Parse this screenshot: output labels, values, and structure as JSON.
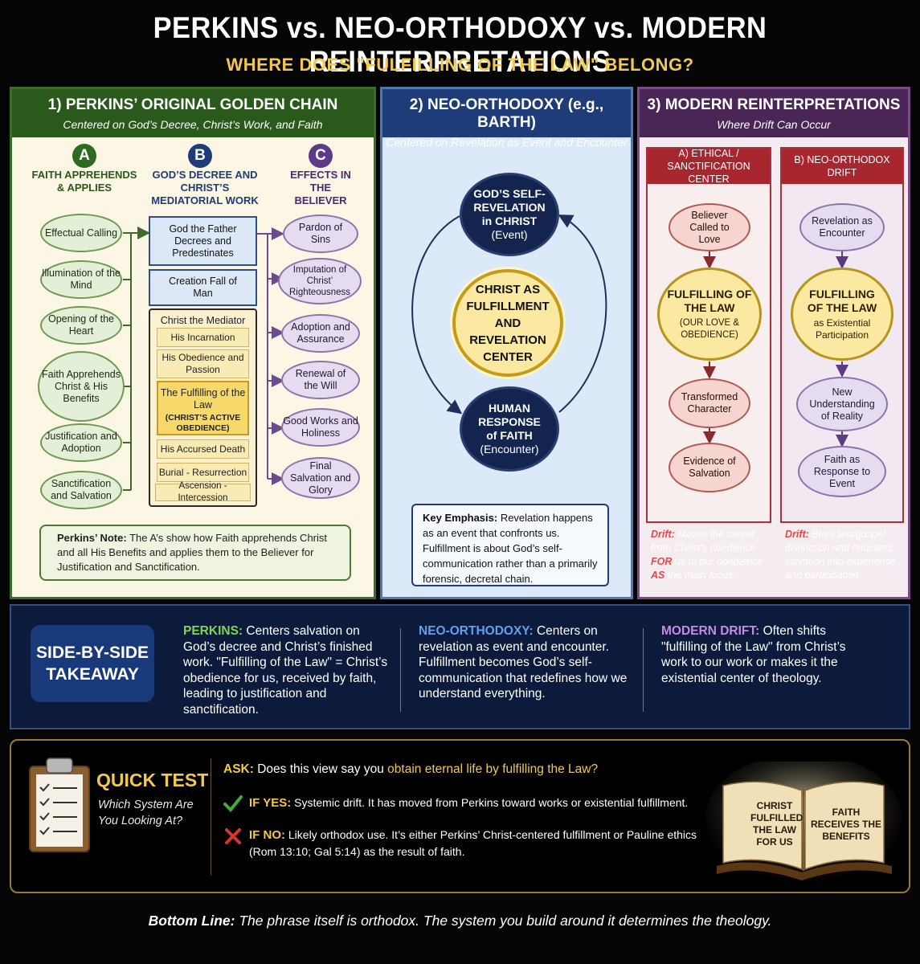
{
  "header": {
    "title": "PERKINS vs. NEO-ORTHODOXY vs. MODERN REINTERPRETATIONS",
    "subtitle": "WHERE DOES \"FULFILLING OF THE LAW\" BELONG?"
  },
  "colors": {
    "green": "#2a5a1b",
    "navy": "#1d3c78",
    "purple": "#4a2656",
    "gold": "#f3c94c",
    "red": "#a8262d"
  },
  "perkins": {
    "title": "1) PERKINS’ ORIGINAL GOLDEN CHAIN",
    "subtitle": "Centered on God’s Decree, Christ’s Work, and Faith",
    "col_a": {
      "letter": "A",
      "label": "FAITH APPREHENDS & APPLIES",
      "items": [
        "Effectual Calling",
        "Illumination of the Mind",
        "Opening of the Heart",
        "Faith Apprehends Christ & His Benefits",
        "Justification and Adoption",
        "Sanctification and Salvation"
      ]
    },
    "col_b": {
      "letter": "B",
      "label": "GOD’S DECREE AND CHRIST’S MEDIATORIAL WORK",
      "box1": "God the Father Decrees and Predestinates",
      "box2": "Creation Fall of Man",
      "mediator_title": "Christ the Mediator",
      "mediator_items": [
        "His Incarnation",
        "His Obedience and Passion"
      ],
      "fulfilling_title": "The Fulfilling of the Law",
      "fulfilling_sub": "(CHRIST’S ACTIVE OBEDIENCE)",
      "mediator_items_after": [
        "His Accursed Death",
        "Burial - Resurrection",
        "Ascension - Intercession"
      ]
    },
    "col_c": {
      "letter": "C",
      "label": "EFFECTS IN THE BELIEVER",
      "items": [
        "Pardon of Sins",
        "Imputation of Christ’ Righteousness",
        "Adoption and Assurance",
        "Renewal of the Will",
        "Good Works and Holiness",
        "Final Salvation and Glory"
      ]
    },
    "note_lead": "Perkins’ Note:",
    "note_text": " The A’s show how Faith apprehends Christ and all His Benefits and applies them to the Believer for Justification and Sanctification."
  },
  "neo": {
    "title": "2) NEO-ORTHODOXY (e.g., BARTH)",
    "subtitle": "Centered on Revelation as Event and Encounter",
    "top_circle": "GOD’S SELF-REVELATION in CHRIST",
    "top_circle_sub": "(Event)",
    "center_circle": "CHRIST AS FULFILLMENT AND REVELATION CENTER",
    "bottom_circle": "HUMAN RESPONSE of FAITH",
    "bottom_circle_sub": "(Encounter)",
    "key_lead": "Key Emphasis:",
    "key_text": " Revelation happens as an event that confronts us. Fulfillment is about God’s self-communication rather than a primarily forensic, decretal chain."
  },
  "modern": {
    "title": "3) MODERN REINTERPRETATIONS",
    "subtitle": "Where Drift Can Occur",
    "a": {
      "head": "A) ETHICAL / SANCTIFICATION CENTER",
      "top": "Believer Called to Love",
      "center_title": "FULFILLING OF THE LAW",
      "center_sub": "(OUR LOVE & OBEDIENCE)",
      "items": [
        "Transformed Character",
        "Evidence of Salvation"
      ],
      "drift_lead": "Drift:",
      "drift_1": " Moves the center from Christ’s obedience ",
      "drift_for": "FOR",
      "drift_2": " us to our obedience ",
      "drift_as": "AS",
      "drift_3": " the main focus."
    },
    "b": {
      "head": "B) NEO-ORTHODOX DRIFT",
      "top": "Revelation as Encounter",
      "center_title": "FULFILLING OF THE LAW",
      "center_sub": "as Existential Participation",
      "items": [
        "New Understanding of Reality",
        "Faith as Response to Event"
      ],
      "drift_lead": "Drift:",
      "drift_text": " Blurs law/gospel distinction and relocates salvation into experience and participation."
    }
  },
  "takeaway": {
    "label": "SIDE-BY-SIDE TAKEAWAY",
    "perkins_lead": "PERKINS:",
    "perkins_text": " Centers salvation on God’s decree and Christ’s finished work. \"Fulfilling of the Law\" = Christ’s obedience for us, received by faith, leading to justification and sanctification.",
    "neo_lead": "NEO-ORTHODOXY:",
    "neo_text": " Centers on revelation as event and encounter. Fulfillment becomes God’s self-communication that redefines how we understand everything.",
    "modern_lead": "MODERN DRIFT:",
    "modern_text": "  Often shifts \"fulfilling of the Law\" from Christ’s work to our work or makes it the existential center of theology."
  },
  "quick_test": {
    "title": "QUICK TEST",
    "subtitle": "Which System Are You Looking At?",
    "ask_lead": "ASK:",
    "ask_text": " Does this view say you ",
    "ask_highlight": "obtain eternal life by fulfilling the Law?",
    "yes_lead": "IF YES:",
    "yes_text": " Systemic drift. It has moved from Perkins toward works or existential fulfillment.",
    "no_lead": "IF NO:",
    "no_text": " Likely orthodox use. It’s either Perkins’ Christ-centered fulfillment or Pauline ethics (Rom 13:10; Gal 5:14) as the result of faith.",
    "book_left": "CHRIST FULFILLED THE LAW FOR US",
    "book_right": "FAITH RECEIVES THE BENEFITS"
  },
  "bottom_line": {
    "lead": "Bottom Line:",
    "text": "  The phrase itself is orthodox. The system you build around it determines the theology."
  }
}
